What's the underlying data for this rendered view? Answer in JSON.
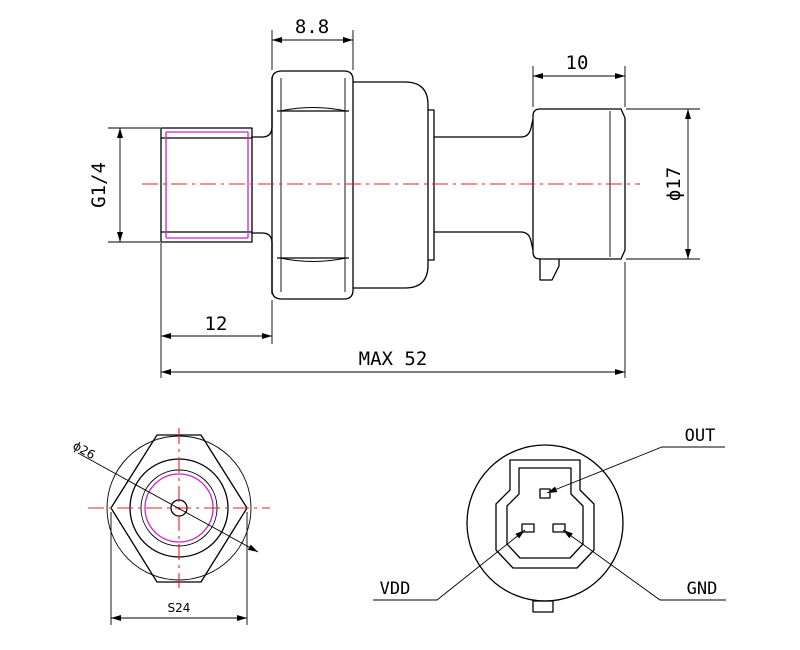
{
  "side_view": {
    "dim_hex_width": "8.8",
    "dim_connector_width": "10",
    "dim_thread": "G1/4",
    "dim_diameter": "ϕ17",
    "dim_thread_length": "12",
    "dim_total_length": "MAX 52"
  },
  "end_view": {
    "dim_diameter": "ϕ26",
    "dim_across_flats": "S24"
  },
  "connector_view": {
    "pins": [
      {
        "label": "OUT"
      },
      {
        "label": "VDD"
      },
      {
        "label": "GND"
      }
    ]
  },
  "colors": {
    "outline": "#000000",
    "centerline": "#e0202a",
    "thread": "#cc22cc"
  }
}
